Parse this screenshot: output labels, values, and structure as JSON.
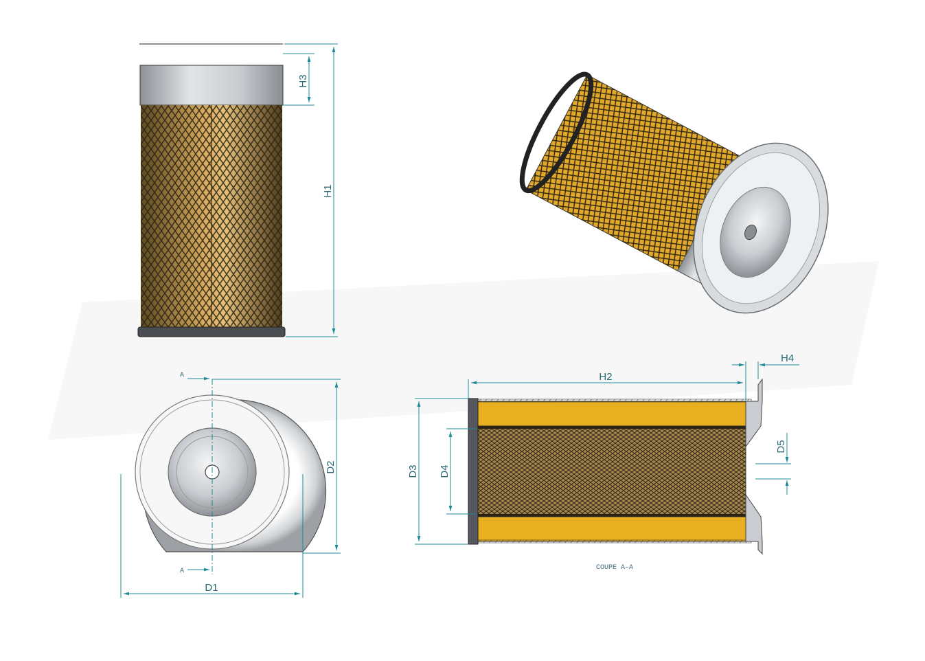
{
  "labels": {
    "h1": "H1",
    "h2": "H2",
    "h3": "H3",
    "h4": "H4",
    "d1": "D1",
    "d2": "D2",
    "d3": "D3",
    "d4": "D4",
    "d5": "D5",
    "section_mark_top": "A",
    "section_mark_bottom": "A",
    "section_caption": "COUPE A–A"
  },
  "colors": {
    "dimension": "#1d8a96",
    "filter_media": "#e8b020",
    "metal": "#c0c4c8",
    "mesh": "#2e2a1e"
  }
}
